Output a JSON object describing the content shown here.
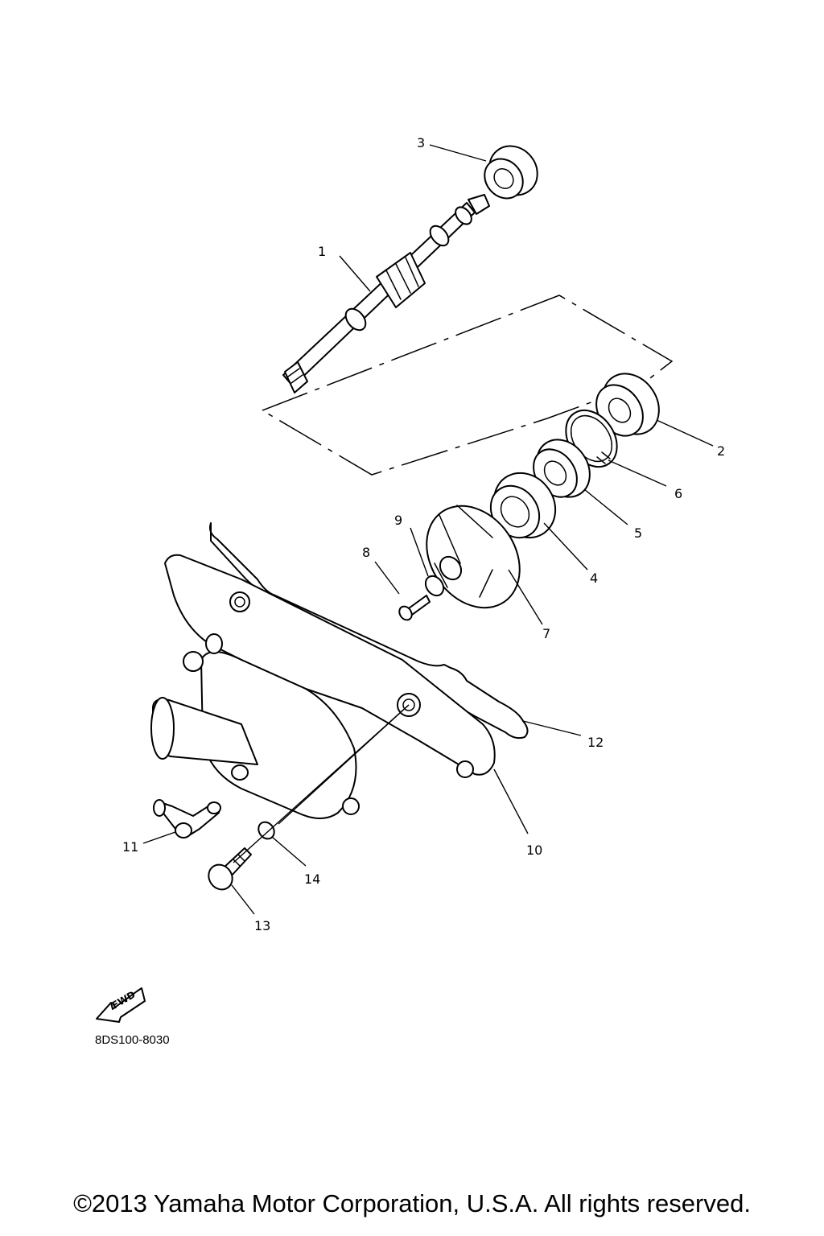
{
  "callouts": {
    "c1": "1",
    "c2": "2",
    "c3": "3",
    "c4": "4",
    "c5": "5",
    "c6": "6",
    "c7": "7",
    "c8": "8",
    "c9": "9",
    "c10": "10",
    "c11": "11",
    "c12": "12",
    "c13": "13",
    "c14": "14"
  },
  "fwd_label": "FWD",
  "diagram_code": "8DS100-8030",
  "copyright": "©2013 Yamaha Motor Corporation, U.S.A. All rights reserved."
}
